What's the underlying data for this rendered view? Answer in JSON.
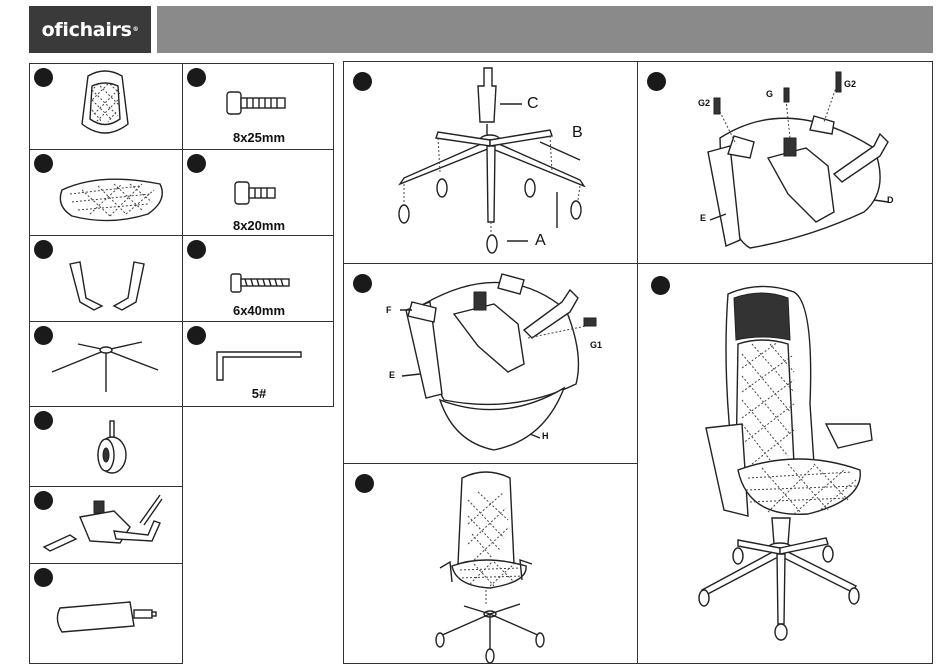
{
  "header": {
    "brand": "ofichairs"
  },
  "parts": {
    "screw_8x25": "8x25mm",
    "screw_8x20": "8x20mm",
    "screw_6x40": "6x40mm",
    "allen_key": "5#"
  },
  "steps": {
    "step1": {
      "labels": {
        "c": "C",
        "b": "B",
        "a": "A"
      }
    },
    "step2": {
      "labels": {
        "g2_left": "G2",
        "g": "G",
        "g2_right": "G2",
        "e": "E",
        "d": "D"
      }
    },
    "step3": {
      "labels": {
        "f": "F",
        "e": "E",
        "g1": "G1",
        "h": "H"
      }
    }
  }
}
